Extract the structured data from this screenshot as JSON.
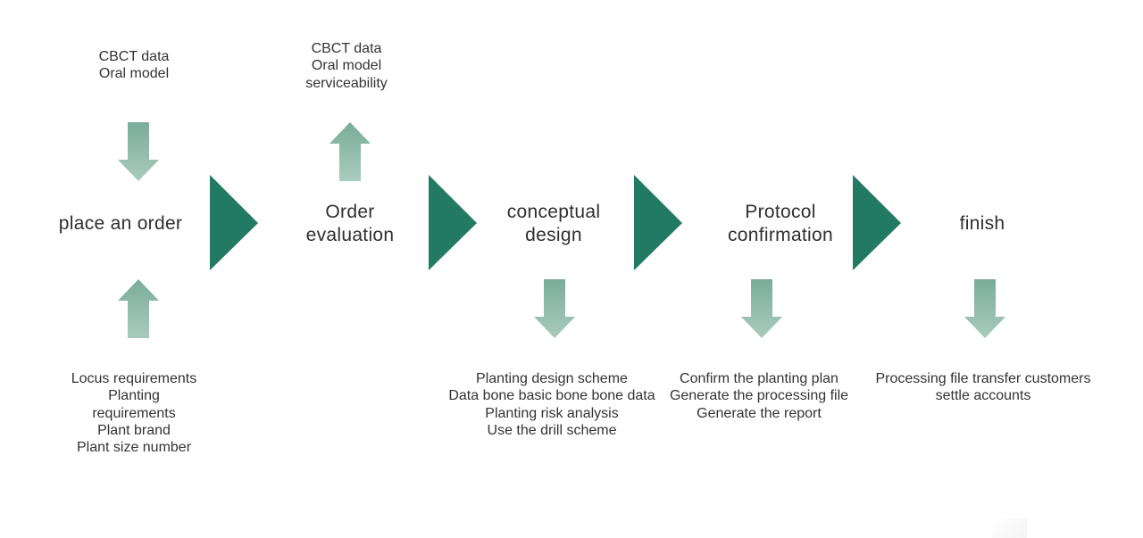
{
  "colors": {
    "chevron": "#237a62",
    "arrow_top": "#7aac9a",
    "arrow_bottom": "#d3e5dd",
    "text": "#333333"
  },
  "stages": [
    {
      "label": "place an order"
    },
    {
      "label": "Order\nevaluation"
    },
    {
      "label": "conceptual\ndesign"
    },
    {
      "label": "Protocol\nconfirmation"
    },
    {
      "label": "finish"
    }
  ],
  "notes": {
    "order_top": [
      "CBCT data",
      "Oral model"
    ],
    "order_bottom": [
      "Locus requirements",
      "Planting",
      "requirements",
      "Plant brand",
      "Plant size number"
    ],
    "evaluation_top": [
      "CBCT data",
      "Oral model",
      "serviceability"
    ],
    "design_bottom": [
      "Planting design scheme",
      "Data bone basic bone bone data",
      "Planting risk analysis",
      "Use the drill scheme"
    ],
    "confirmation_bottom": [
      "Confirm the planting plan",
      "Generate the processing file",
      "Generate the report"
    ],
    "finish_bottom": [
      "Processing file transfer customers",
      "settle accounts"
    ]
  }
}
